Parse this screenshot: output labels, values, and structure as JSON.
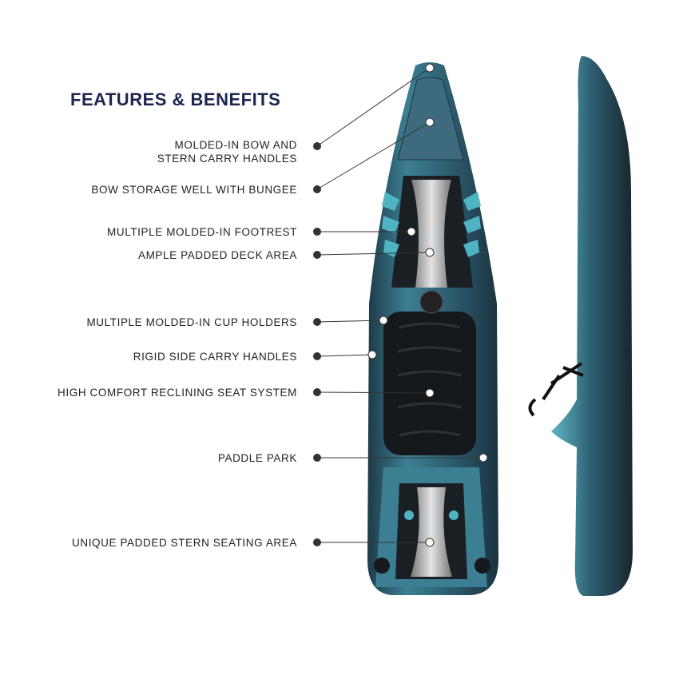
{
  "title": "FEATURES & BENEFITS",
  "features": [
    {
      "line1": "MOLDED-IN BOW AND",
      "line2": "STERN CARRY HANDLES"
    },
    {
      "line1": "BOW STORAGE WELL WITH BUNGEE"
    },
    {
      "line1": "MULTIPLE MOLDED-IN FOOTREST"
    },
    {
      "line1": "AMPLE PADDED DECK AREA"
    },
    {
      "line1": "MULTIPLE MOLDED-IN CUP HOLDERS"
    },
    {
      "line1": "RIGID SIDE CARRY HANDLES"
    },
    {
      "line1": "HIGH COMFORT RECLINING SEAT SYSTEM"
    },
    {
      "line1": "PADDLE PARK"
    },
    {
      "line1": "UNIQUE PADDED STERN SEATING AREA"
    }
  ],
  "colors": {
    "title": "#1c2550",
    "hull": "#2f5f73",
    "accent": "#4fb3c4",
    "dark": "#1a1f24"
  }
}
